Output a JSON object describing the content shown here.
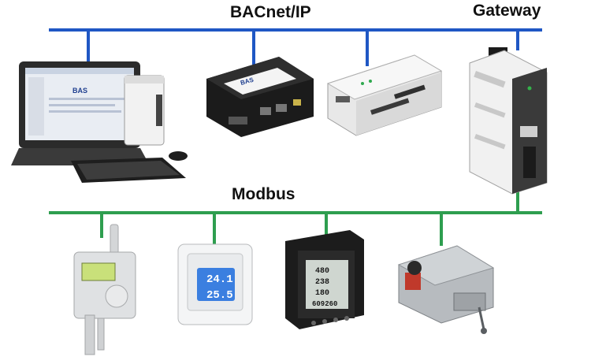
{
  "labels": {
    "bacnet": "BACnet/IP",
    "gateway": "Gateway",
    "modbus": "Modbus"
  },
  "colors": {
    "bacnet_bus": "#1f57c4",
    "modbus_bus": "#2e9e4f"
  },
  "devices": {
    "workstation_screen_text": "BAS",
    "controller_brand": "BAS",
    "thermostat_readout_top": "24.1",
    "thermostat_readout_bottom": "25.5",
    "meter_readout_1": "480",
    "meter_readout_2": "238",
    "meter_readout_3": "180",
    "meter_readout_4": "609260"
  }
}
